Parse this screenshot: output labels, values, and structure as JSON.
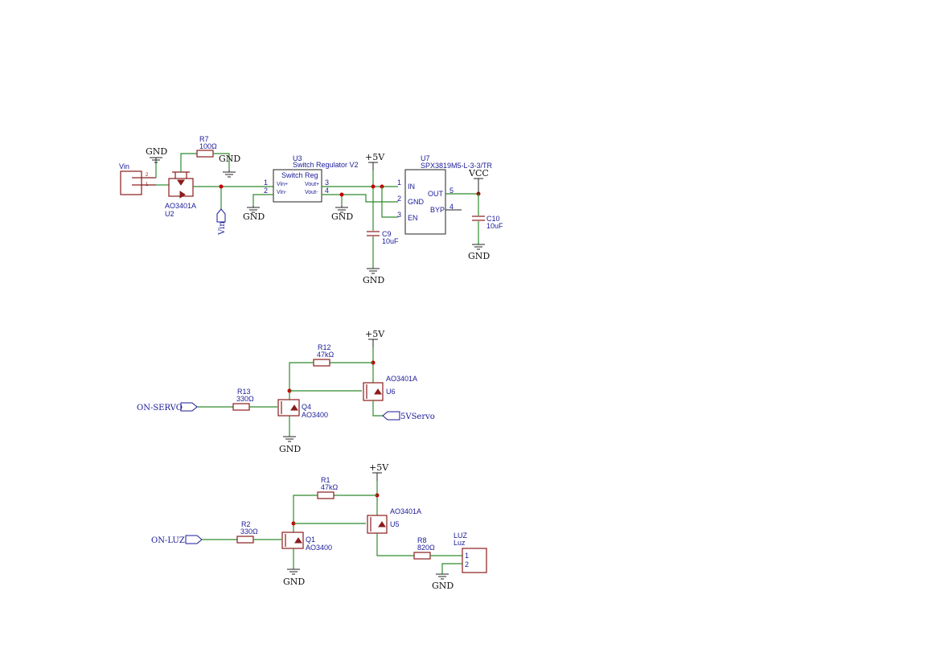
{
  "power": {
    "gnd": "GND",
    "p5v": "+5V",
    "vcc": "VCC"
  },
  "connectors": {
    "vin": {
      "ref": "Vin",
      "pin2": "2",
      "pin1": "1"
    },
    "luz": {
      "ref": "LUZ",
      "value": "Luz",
      "pin1": "1",
      "pin2": "2"
    }
  },
  "parts": {
    "r7": {
      "ref": "R7",
      "value": "100Ω"
    },
    "u2": {
      "ref": "U2",
      "value": "AO3401A"
    },
    "u3": {
      "ref": "U3",
      "value": "Switch Regulator V2",
      "body": "Switch Reg",
      "pins": {
        "vin_p": "Vin+",
        "vin_m": "Vin-",
        "vout1": "Vout+",
        "vout2": "Vout-",
        "n1": "1",
        "n2": "2",
        "n3": "3",
        "n4": "4"
      }
    },
    "u7": {
      "ref": "U7",
      "value": "SPX3819M5-L-3-3/TR",
      "pins": {
        "in": "IN",
        "gnd": "GND",
        "en": "EN",
        "out": "OUT",
        "byp": "BYP",
        "n1": "1",
        "n2": "2",
        "n3": "3",
        "n5": "5",
        "n4": "4"
      }
    },
    "c9": {
      "ref": "C9",
      "value": "10uF"
    },
    "c10": {
      "ref": "C10",
      "value": "10uF"
    },
    "r12": {
      "ref": "R12",
      "value": "47kΩ"
    },
    "r13": {
      "ref": "R13",
      "value": "330Ω"
    },
    "q4": {
      "ref": "Q4",
      "value": "AO3400"
    },
    "u6": {
      "ref": "U6",
      "value": "AO3401A"
    },
    "r1": {
      "ref": "R1",
      "value": "47kΩ"
    },
    "r2": {
      "ref": "R2",
      "value": "330Ω"
    },
    "q1": {
      "ref": "Q1",
      "value": "AO3400"
    },
    "u5": {
      "ref": "U5",
      "value": "AO3401A"
    },
    "r8": {
      "ref": "R8",
      "value": "820Ω"
    }
  },
  "labels": {
    "vin": "Vin",
    "on_servo": "ON-SERVO",
    "servo_5v": "5VServo",
    "on_luz": "ON-LUZ"
  }
}
